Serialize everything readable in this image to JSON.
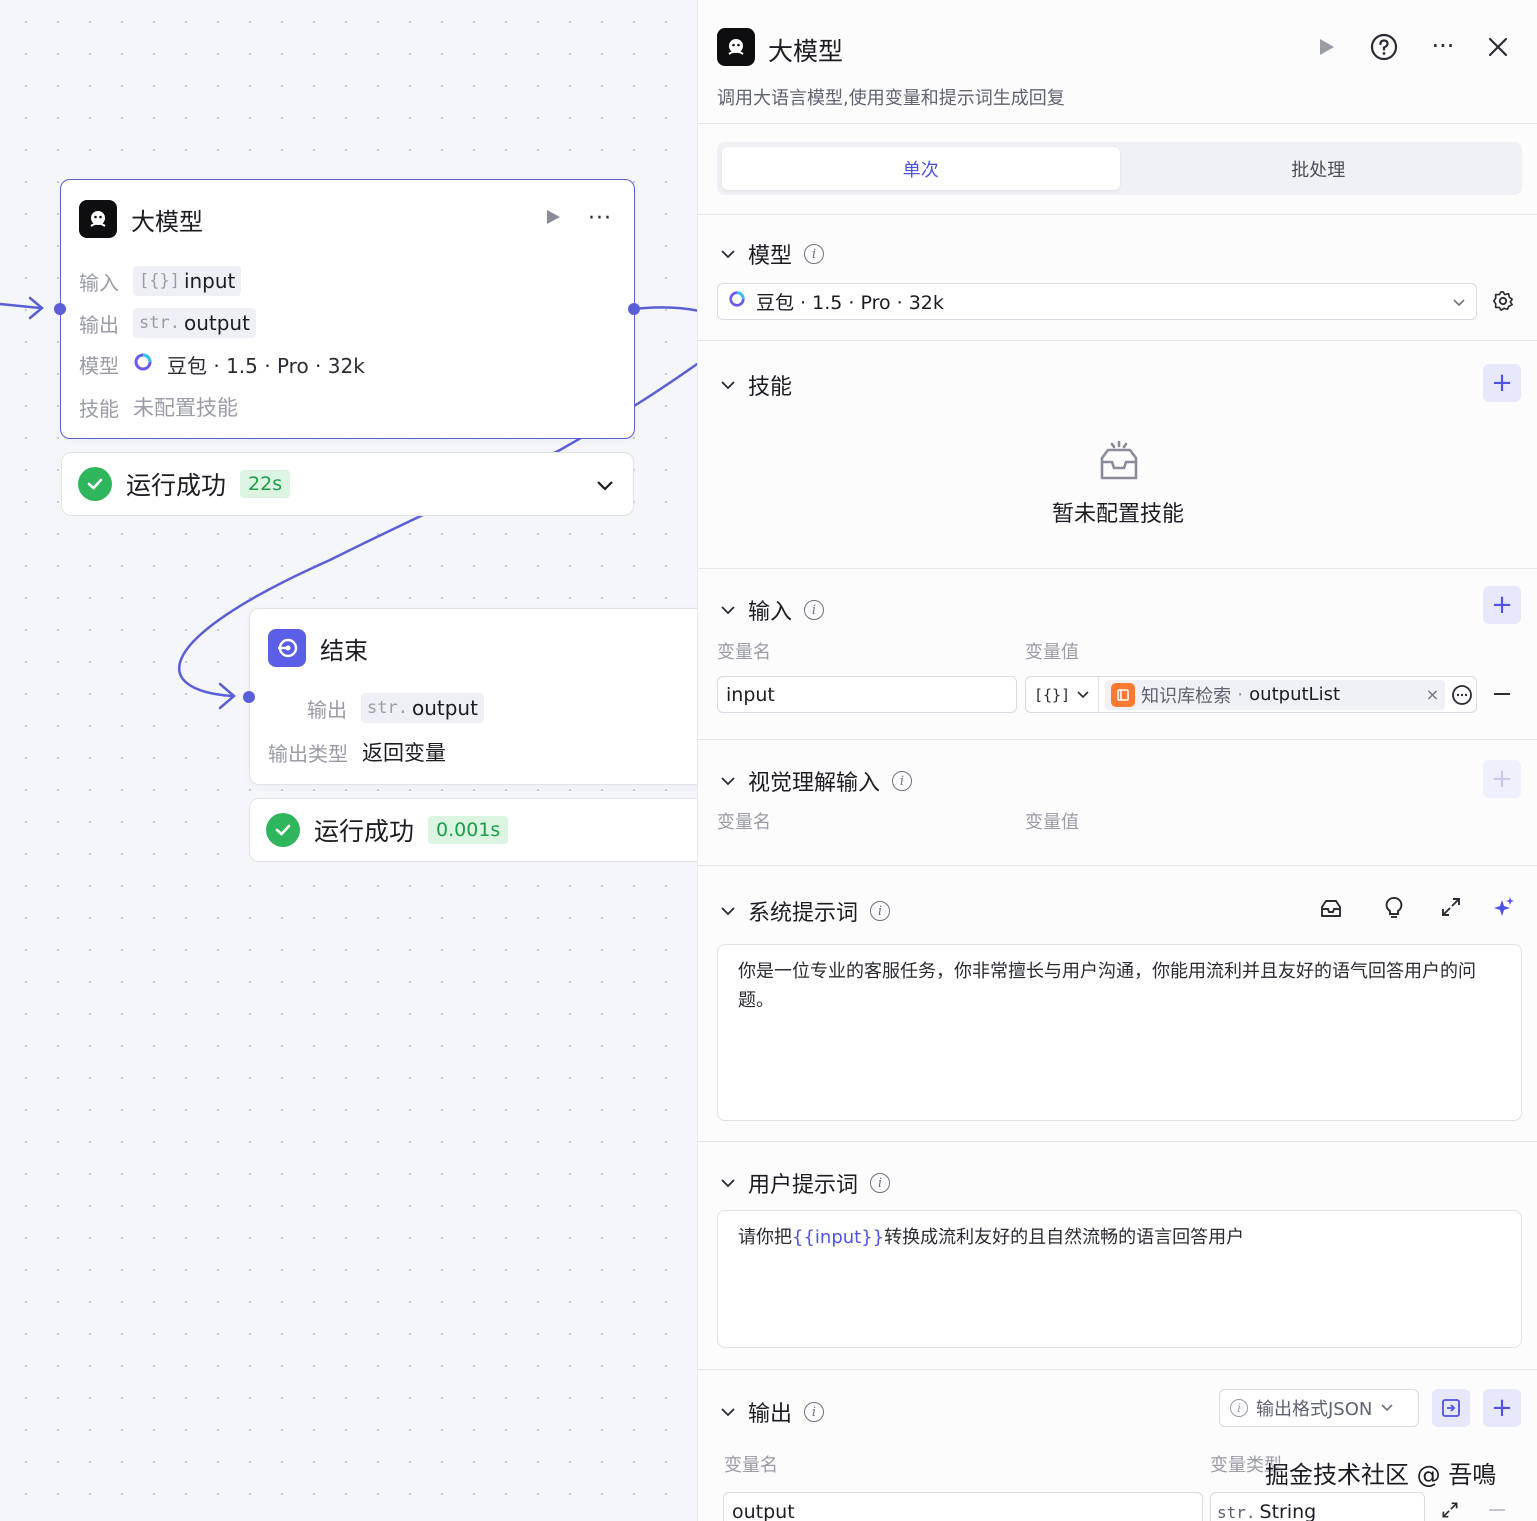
{
  "canvas": {
    "llm_node": {
      "title": "大模型",
      "input_label": "输入",
      "input_var": "input",
      "output_label": "输出",
      "output_type": "str.",
      "output_var": "output",
      "model_label": "模型",
      "model_value": "豆包 · 1.5 · Pro · 32k",
      "skill_label": "技能",
      "skill_value": "未配置技能",
      "status": "运行成功",
      "duration": "22s"
    },
    "end_node": {
      "title": "结束",
      "output_label": "输出",
      "output_type": "str.",
      "output_var": "output",
      "output_kind_label": "输出类型",
      "output_kind_value": "返回变量",
      "status": "运行成功",
      "duration": "0.001s"
    }
  },
  "panel": {
    "title": "大模型",
    "description": "调用大语言模型,使用变量和提示词生成回复",
    "tabs": [
      {
        "label": "单次",
        "active": true
      },
      {
        "label": "批处理",
        "active": false
      }
    ],
    "model_section": {
      "title": "模型",
      "selected": "豆包 · 1.5 · Pro · 32k"
    },
    "skills_section": {
      "title": "技能",
      "empty_text": "暂未配置技能"
    },
    "input_section": {
      "title": "输入",
      "col_name": "变量名",
      "col_value": "变量值",
      "row": {
        "name": "input",
        "type_icon": "[{}]",
        "ref_node": "知识库检索",
        "ref_var": "outputList"
      }
    },
    "vision_section": {
      "title": "视觉理解输入",
      "col_name": "变量名",
      "col_value": "变量值"
    },
    "system_prompt": {
      "title": "系统提示词",
      "text": "你是一位专业的客服任务，你非常擅长与用户沟通，你能用流利并且友好的语气回答用户的问题。"
    },
    "user_prompt": {
      "title": "用户提示词",
      "text_before": "请你把",
      "variable": "{{input}}",
      "text_after": "转换成流利友好的且自然流畅的语言回答用户"
    },
    "output_section": {
      "title": "输出",
      "format_button": "输出格式JSON",
      "col_name": "变量名",
      "col_type": "变量类型",
      "row": {
        "name": "output",
        "type_prefix": "str.",
        "type": "String"
      }
    }
  },
  "watermark": "掘金技术社区 @ 吾鳴",
  "colors": {
    "accent": "#4d53e8",
    "edge": "#5b5fd6",
    "success": "#2fb55c"
  }
}
